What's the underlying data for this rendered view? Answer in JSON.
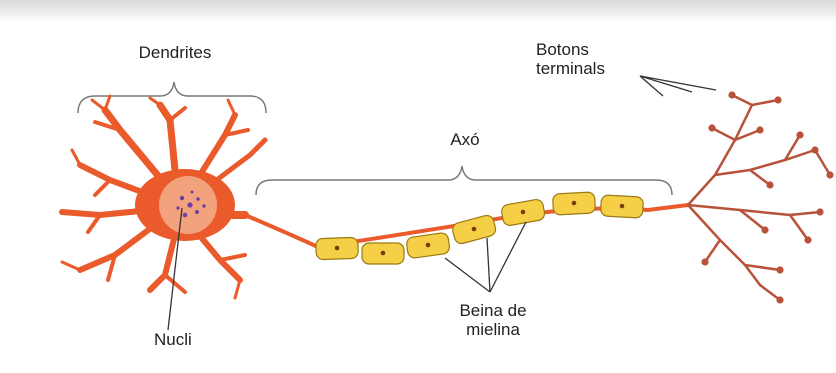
{
  "labels": {
    "dendrites": "Dendrites",
    "axon": "Axó",
    "terminals": "Botons\nterminals",
    "nucleus": "Nucli",
    "myelin": "Beina de\nmielina"
  },
  "colors": {
    "neuron": "#ea5a2a",
    "soma": "#f2a37e",
    "terminal": "#b8523a",
    "myelin": "#f5cf45",
    "myelin_stroke": "#9a7a14",
    "bracket": "#777777",
    "leader": "#333333"
  }
}
